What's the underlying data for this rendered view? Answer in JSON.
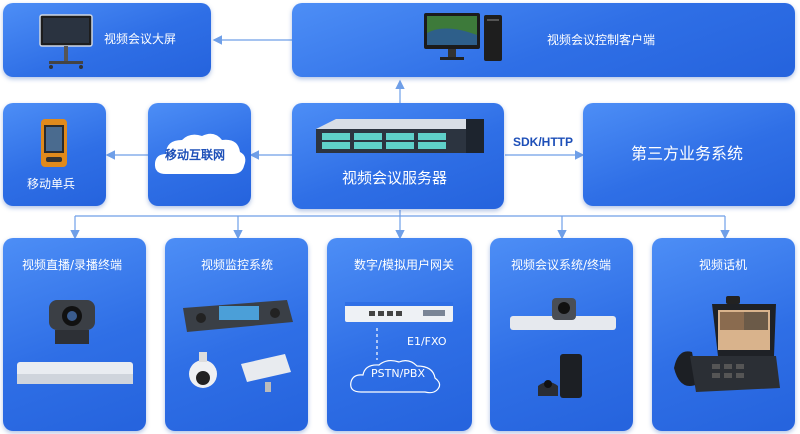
{
  "nodes": {
    "big_screen": "视频会议大屏",
    "control_client": "视频会议控制客户端",
    "mobile_soldier": "移动单兵",
    "mobile_internet": "移动互联网",
    "server": "视频会议服务器",
    "third_party": "第三方业务系统",
    "live_record": "视频直播/录播终端",
    "monitoring": "视频监控系统",
    "gateway": "数字/模拟用户网关",
    "conf_terminal": "视频会议系统/终端",
    "video_phone": "视频话机"
  },
  "link_labels": {
    "sdk_http": "SDK/HTTP",
    "e1_fxo": "E1/FXO",
    "pstn_pbx": "PSTN/PBX"
  },
  "colors": {
    "box": "#2f6fe6",
    "arrow": "#6f9fe8",
    "label_dark": "#1d4fb8"
  }
}
